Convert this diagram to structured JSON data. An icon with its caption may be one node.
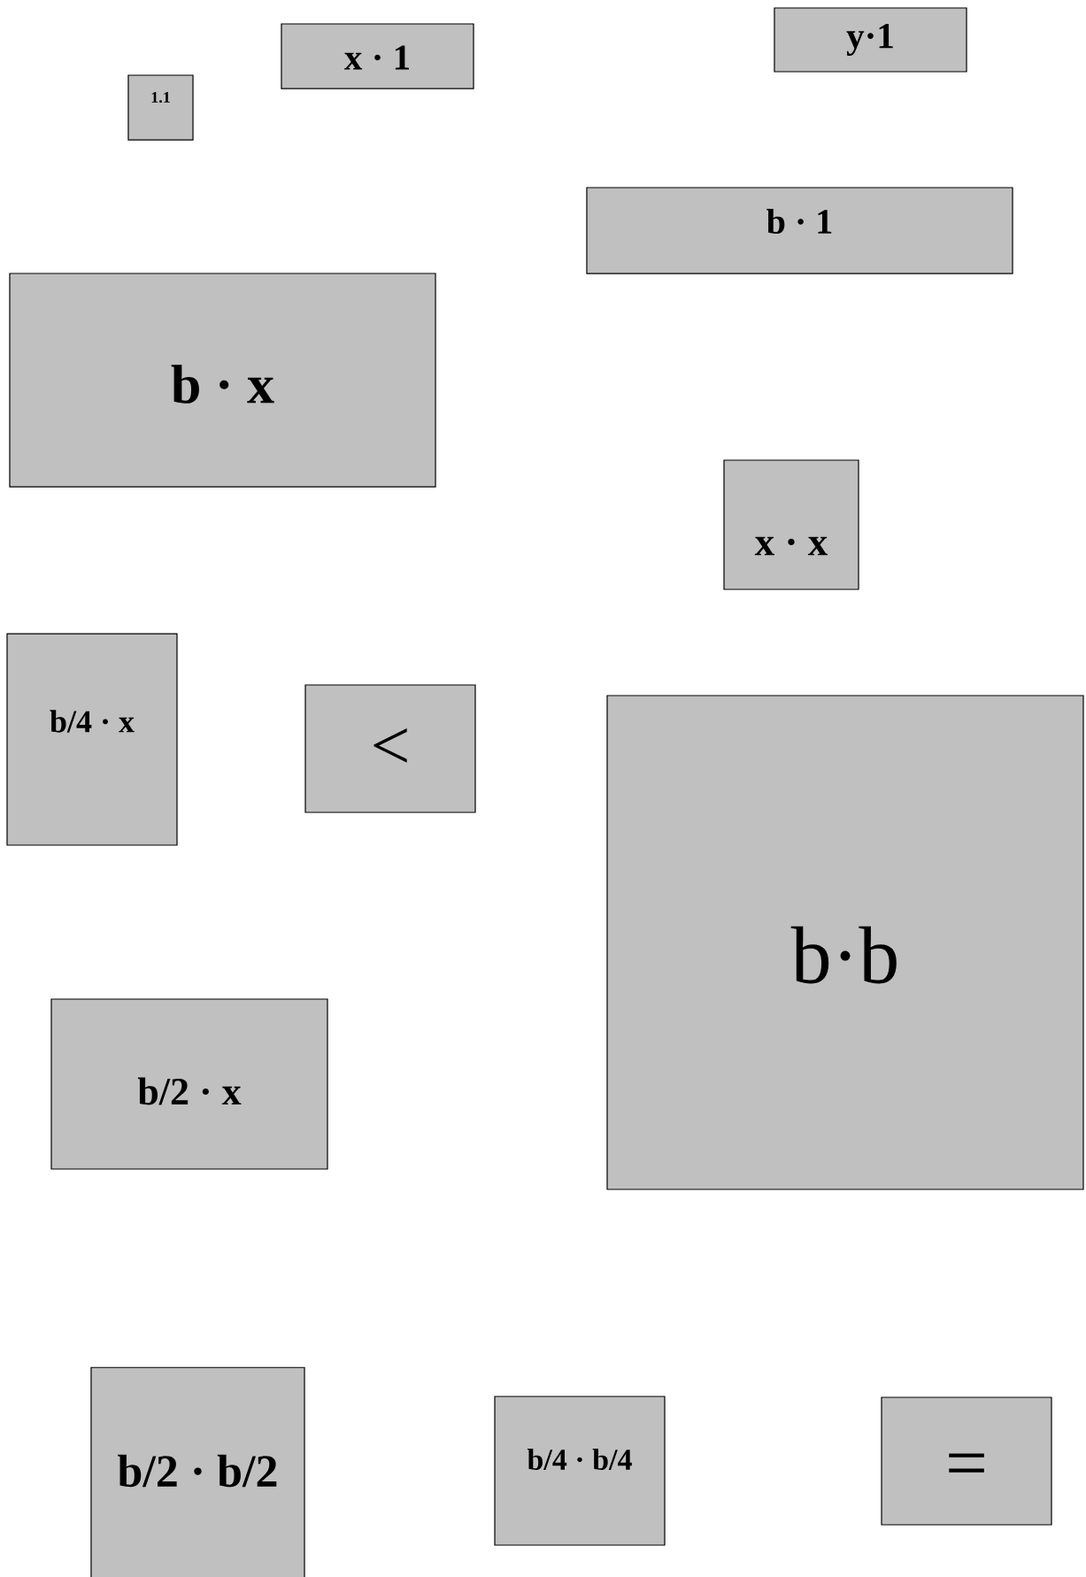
{
  "diagram": {
    "nodes": [
      {
        "text": [
          "1.1"
        ]
      },
      {
        "text": [
          "x · 1"
        ]
      },
      {
        "text": [
          "y·1"
        ]
      },
      {
        "text": [
          "b · 1"
        ]
      },
      {
        "text": [
          "b · x"
        ]
      },
      {
        "text": [
          "x · x"
        ]
      },
      {
        "text": [
          "b/4 · x"
        ]
      },
      {
        "text": [
          "<"
        ]
      },
      {
        "text": [
          "b·b"
        ]
      },
      {
        "text": [
          "b/2 · x"
        ]
      },
      {
        "text": [
          "b/2 · b/2"
        ]
      },
      {
        "text": [
          "b/4 · b/4"
        ]
      },
      {
        "text": [
          "="
        ]
      }
    ]
  }
}
